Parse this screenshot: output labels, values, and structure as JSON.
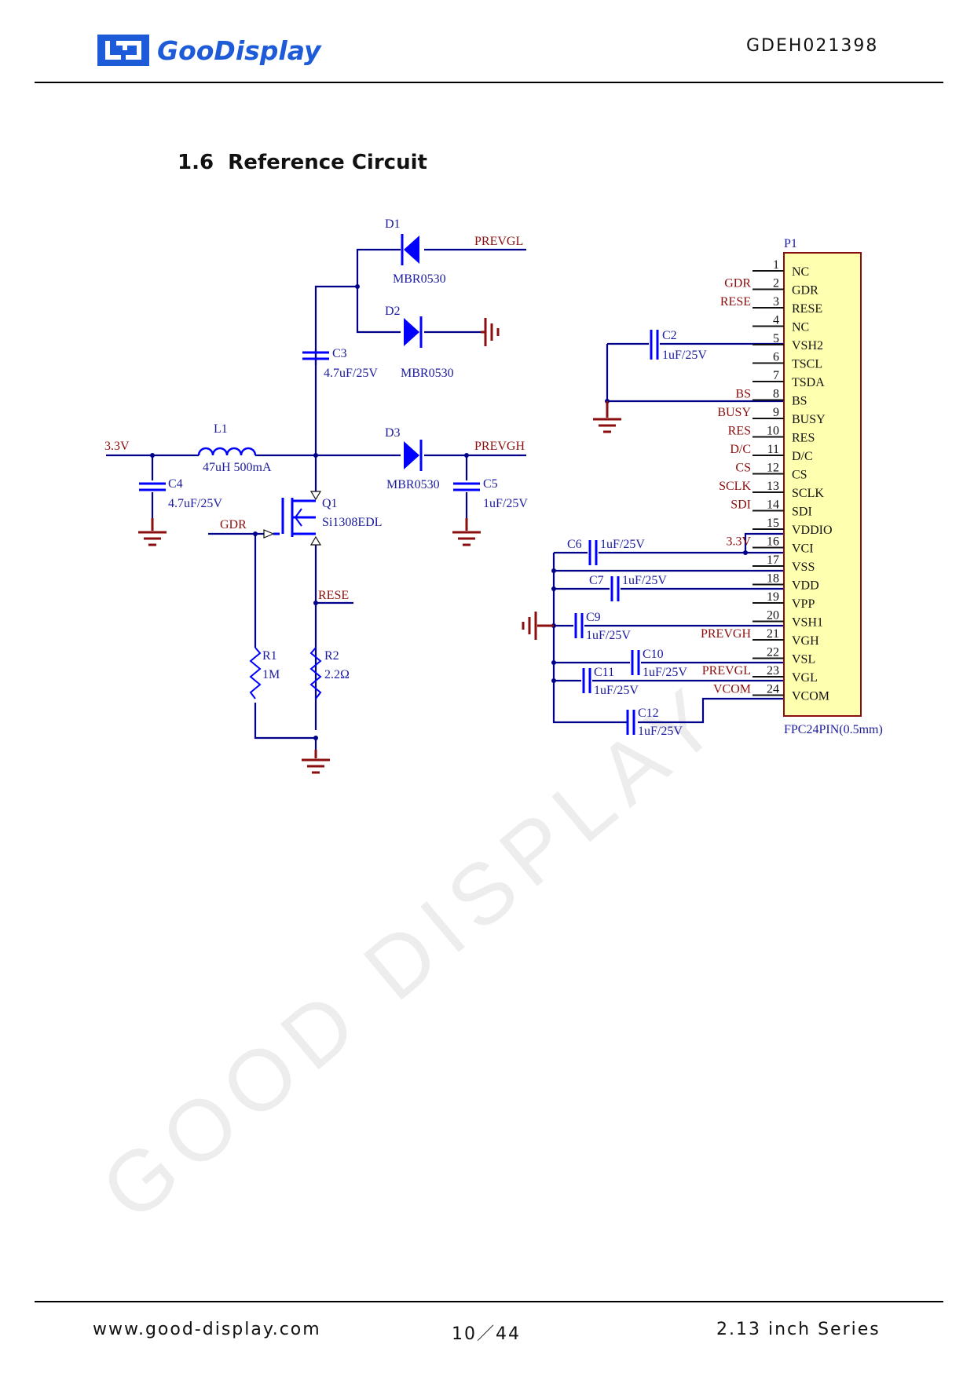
{
  "header": {
    "brand": "GooDisplay",
    "doc_id": "GDEH021398"
  },
  "section": {
    "number": "1.6",
    "title": "Reference Circuit"
  },
  "watermark": "GOOD DISPLAY",
  "colors": {
    "brand": "#1e5bd8",
    "wire": "#00008b",
    "component": "#0000ff",
    "net_label": "#8b0e0e",
    "connector_fill": "#ffffb0"
  },
  "schematic": {
    "nets": {
      "prevgl": "PREVGL",
      "prevgh": "PREVGH",
      "v33": "3.3V",
      "gdr": "GDR",
      "rese": "RESE"
    },
    "components": {
      "d1": {
        "ref": "D1",
        "value": "MBR0530"
      },
      "d2": {
        "ref": "D2",
        "value": "MBR0530"
      },
      "d3": {
        "ref": "D3",
        "value": "MBR0530"
      },
      "c3": {
        "ref": "C3",
        "value": "4.7uF/25V"
      },
      "c4": {
        "ref": "C4",
        "value": "4.7uF/25V"
      },
      "c5": {
        "ref": "C5",
        "value": "1uF/25V"
      },
      "l1": {
        "ref": "L1",
        "value": "47uH 500mA"
      },
      "q1": {
        "ref": "Q1",
        "value": "Si1308EDL"
      },
      "r1": {
        "ref": "R1",
        "value": "1M"
      },
      "r2": {
        "ref": "R2",
        "value": "2.2Ω"
      },
      "c2": {
        "ref": "C2",
        "value": "1uF/25V"
      },
      "c6": {
        "ref": "C6",
        "value": "1uF/25V"
      },
      "c7": {
        "ref": "C7",
        "value": "1uF/25V"
      },
      "c9": {
        "ref": "C9",
        "value": "1uF/25V"
      },
      "c10": {
        "ref": "C10",
        "value": "1uF/25V"
      },
      "c11": {
        "ref": "C11",
        "value": "1uF/25V"
      },
      "c12": {
        "ref": "C12",
        "value": "1uF/25V"
      }
    },
    "connector": {
      "ref": "P1",
      "footprint": "FPC24PIN(0.5mm)",
      "pins": [
        {
          "num": "1",
          "name": "NC",
          "net": ""
        },
        {
          "num": "2",
          "name": "GDR",
          "net": "GDR"
        },
        {
          "num": "3",
          "name": "RESE",
          "net": "RESE"
        },
        {
          "num": "4",
          "name": "NC",
          "net": ""
        },
        {
          "num": "5",
          "name": "VSH2",
          "net": ""
        },
        {
          "num": "6",
          "name": "TSCL",
          "net": ""
        },
        {
          "num": "7",
          "name": "TSDA",
          "net": ""
        },
        {
          "num": "8",
          "name": "BS",
          "net": "BS"
        },
        {
          "num": "9",
          "name": "BUSY",
          "net": "BUSY"
        },
        {
          "num": "10",
          "name": "RES",
          "net": "RES"
        },
        {
          "num": "11",
          "name": "D/C",
          "net": "D/C"
        },
        {
          "num": "12",
          "name": "CS",
          "net": "CS"
        },
        {
          "num": "13",
          "name": "SCLK",
          "net": "SCLK"
        },
        {
          "num": "14",
          "name": "SDI",
          "net": "SDI"
        },
        {
          "num": "15",
          "name": "VDDIO",
          "net": ""
        },
        {
          "num": "16",
          "name": "VCI",
          "net": "3.3V"
        },
        {
          "num": "17",
          "name": "VSS",
          "net": ""
        },
        {
          "num": "18",
          "name": "VDD",
          "net": ""
        },
        {
          "num": "19",
          "name": "VPP",
          "net": ""
        },
        {
          "num": "20",
          "name": "VSH1",
          "net": ""
        },
        {
          "num": "21",
          "name": "VGH",
          "net": "PREVGH"
        },
        {
          "num": "22",
          "name": "VSL",
          "net": ""
        },
        {
          "num": "23",
          "name": "VGL",
          "net": "PREVGL"
        },
        {
          "num": "24",
          "name": "VCOM",
          "net": "VCOM"
        }
      ]
    }
  },
  "footer": {
    "website": "www.good-display.com",
    "page": "10／44",
    "series": "2.13 inch Series"
  }
}
